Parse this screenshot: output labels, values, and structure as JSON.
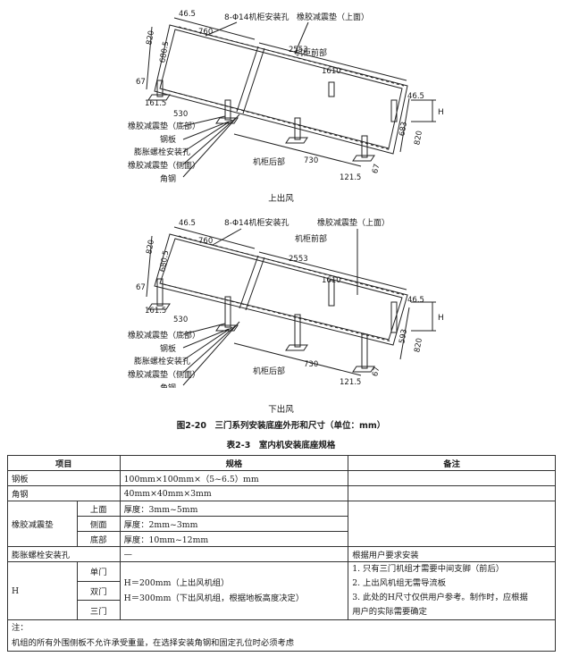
{
  "figure": {
    "top_caption": "上出风",
    "bottom_caption": "下出风",
    "title": "图2-20　三门系列安装底座外形和尺寸（单位：mm）",
    "labels": {
      "holes": "8-Φ14机柜安装孔",
      "pad_top": "橡胶减震垫（上面）",
      "front": "机柜前部",
      "rear": "机柜后部",
      "pad_bottom": "橡胶减震垫（底部）",
      "plate": "钢板",
      "bolt": "膨胀螺栓安装孔",
      "pad_side": "橡胶减震垫（侧面）",
      "angle": "角钢",
      "H": "H"
    },
    "dims_top": [
      "46.5",
      "760",
      "820",
      "680.5",
      "2553",
      "1610",
      "67",
      "161.5",
      "530",
      "46.5",
      "683",
      "820",
      "730",
      "121.5",
      "67"
    ],
    "dims_bottom": [
      "46.5",
      "760",
      "820",
      "680.5",
      "2553",
      "1610",
      "67",
      "161.5",
      "530",
      "46.5",
      "593",
      "820",
      "730",
      "121.5",
      "67"
    ]
  },
  "table": {
    "title": "表2-3　室内机安装底座规格",
    "headers": [
      "项目",
      "规格",
      "备注"
    ],
    "rows": {
      "steel_plate": {
        "item": "钢板",
        "spec": "100mm×100mm×（5~6.5）mm",
        "note": ""
      },
      "angle_steel": {
        "item": "角钢",
        "spec": "40mm×40mm×3mm",
        "note": ""
      },
      "rubber_pad": {
        "item": "橡胶减震垫",
        "sub": [
          {
            "label": "上面",
            "spec": "厚度：3mm~5mm"
          },
          {
            "label": "侧面",
            "spec": "厚度：2mm~3mm"
          },
          {
            "label": "底部",
            "spec": "厚度：10mm~12mm"
          }
        ]
      },
      "bolt_hole": {
        "item": "膨胀螺栓安装孔",
        "spec": "—",
        "note": "根据用户要求安装"
      },
      "H": {
        "item": "H",
        "sub": [
          "单门",
          "双门",
          "三门"
        ],
        "spec_lines": [
          "H＝200mm（上出风机组）",
          "H＝300mm（下出风机组，根据地板高度决定）"
        ],
        "note_lines": [
          "1. 只有三门机组才需要中间支脚（前后）",
          "2. 上出风机组无需导流板",
          "3. 此处的H尺寸仅供用户参考。制作时，应根据",
          "用户的实际需要确定"
        ]
      }
    },
    "footnote_label": "注：",
    "footnote": "机组的所有外围侧板不允许承受重量，在选择安装角钢和固定孔位时必须考虑"
  }
}
